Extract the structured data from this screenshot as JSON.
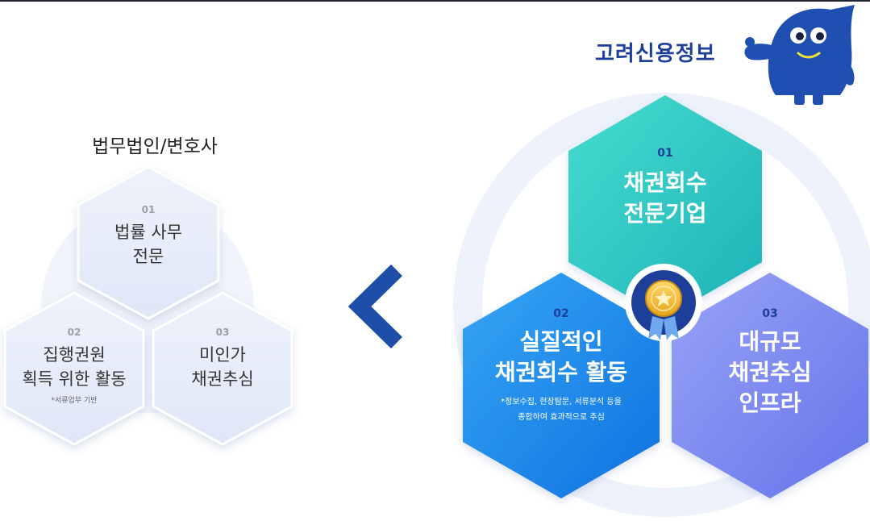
{
  "brand": {
    "name": "고려신용정보"
  },
  "left": {
    "title": "법무법인/변호사",
    "items": [
      {
        "num": "01",
        "line1": "법률 사무",
        "line2": "전문"
      },
      {
        "num": "02",
        "line1": "집행권원",
        "line2": "획득 위한 활동",
        "note": "*서류업무 기반"
      },
      {
        "num": "03",
        "line1": "미인가",
        "line2": "채권추심"
      }
    ]
  },
  "right": {
    "items": [
      {
        "num": "01",
        "line1": "채권회수",
        "line2": "전문기업"
      },
      {
        "num": "02",
        "line1": "실질적인",
        "line2": "채권회수 활동",
        "note1": "*정보수집, 현장탐문, 서류분석 등을",
        "note2": "종합하여 효과적으로 추심"
      },
      {
        "num": "03",
        "line1": "대규모",
        "line2": "채권추심",
        "line3": "인프라"
      }
    ]
  },
  "colors": {
    "brand": "#1d3f9a",
    "hex_left": "#e7edf9",
    "hex_teal": "#2ec9c0",
    "hex_blue": "#1a8df0",
    "hex_purple": "#7a86f0",
    "arrow": "#1d4fa8"
  }
}
